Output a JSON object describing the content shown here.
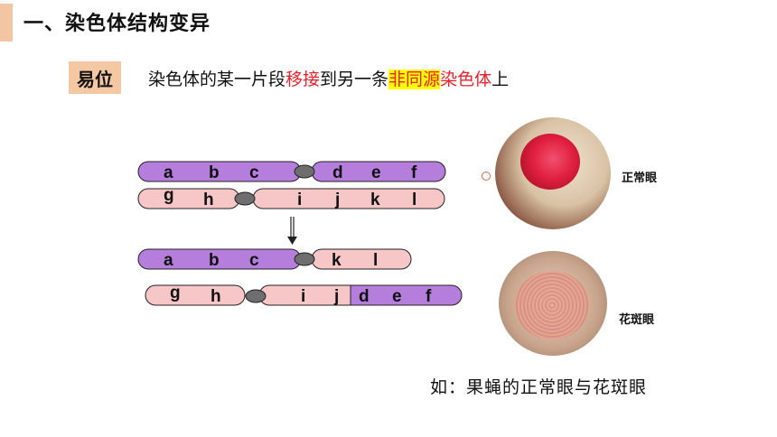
{
  "slide": {
    "heading": "一、染色体结构变异",
    "term": "易位",
    "definition_parts": [
      {
        "text": "染色体的某一片段",
        "style": "plain"
      },
      {
        "text": "移接",
        "style": "red"
      },
      {
        "text": "到另一条",
        "style": "plain"
      },
      {
        "text": "非同源",
        "style": "highlight"
      },
      {
        "text": "染色体",
        "style": "red"
      },
      {
        "text": "上",
        "style": "plain"
      }
    ],
    "caption": "如：果蝇的正常眼与花斑眼"
  },
  "photos": {
    "normal_label": "正常眼",
    "mottled_label": "花斑眼"
  },
  "colors": {
    "purple": "#b57edc",
    "pink": "#f7c6c6",
    "centromere": "#6e6e6e",
    "red": "#e8202a",
    "highlight": "#ffff00",
    "badge": "#f5c8a4"
  },
  "diagram": {
    "before_top": [
      "a",
      "b",
      "c",
      "d",
      "e",
      "f"
    ],
    "before_bottom": [
      "g",
      "h",
      "i",
      "j",
      "k",
      "l"
    ],
    "after_top": [
      "a",
      "b",
      "c",
      "k",
      "l"
    ],
    "after_bottom": [
      "g",
      "h",
      "i",
      "j",
      "d",
      "e",
      "f"
    ]
  }
}
